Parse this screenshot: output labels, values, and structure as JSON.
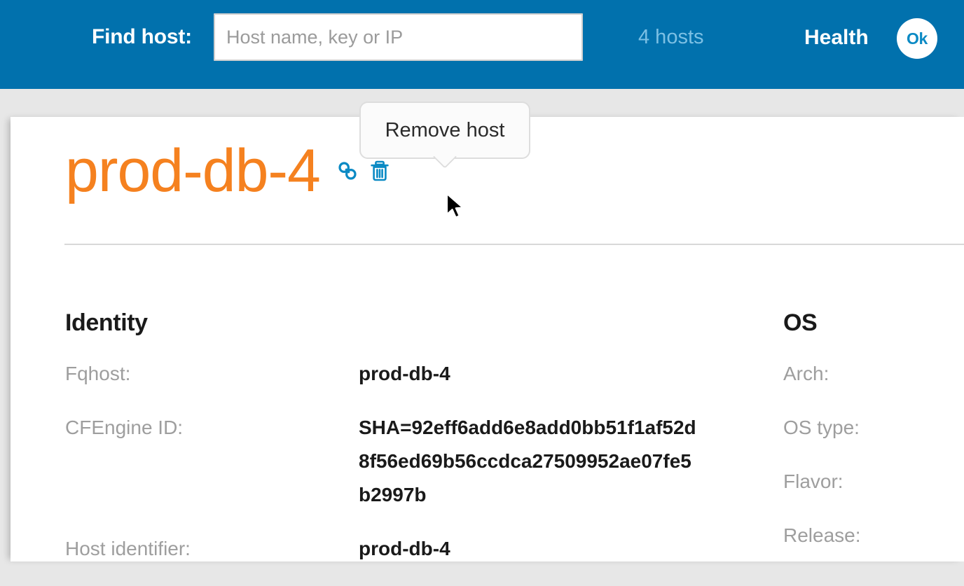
{
  "header": {
    "find_label": "Find host:",
    "search": {
      "placeholder": "Host name, key or IP",
      "value": ""
    },
    "hosts_count": "4 hosts",
    "health_label": "Health",
    "health_status": "Ok",
    "bar_color": "#0171ad",
    "hosts_count_color": "#7cc0e4",
    "health_badge_text_color": "#0b8ac4"
  },
  "tooltip": {
    "text": "Remove host"
  },
  "host": {
    "title": "prod-db-4",
    "title_color": "#f5811f",
    "actions": [
      {
        "name": "link-icon",
        "label": "Copy link"
      },
      {
        "name": "trash-icon",
        "label": "Remove host"
      }
    ],
    "action_icon_color": "#0b8ac4"
  },
  "sections": [
    {
      "id": "identity",
      "heading": "Identity",
      "rows": [
        {
          "label": "Fqhost:",
          "value": "prod-db-4"
        },
        {
          "label": "CFEngine ID:",
          "value": "SHA=92eff6add6e8add0bb51f1af52d8f56ed69b56ccdca27509952ae07fe5b2997b"
        },
        {
          "label": "Host identifier:",
          "value": "prod-db-4"
        }
      ]
    },
    {
      "id": "os",
      "heading": "OS",
      "rows": [
        {
          "label": "Arch:",
          "value": ""
        },
        {
          "label": "OS type:",
          "value": ""
        },
        {
          "label": "Flavor:",
          "value": ""
        },
        {
          "label": "Release:",
          "value": ""
        }
      ]
    }
  ]
}
